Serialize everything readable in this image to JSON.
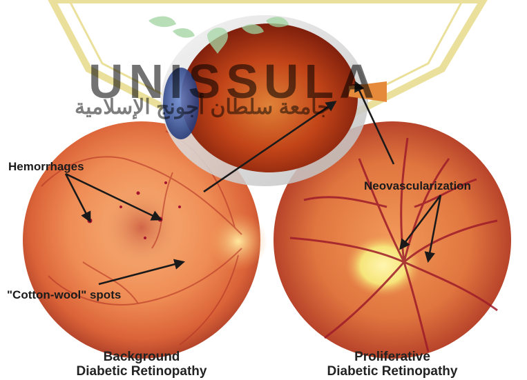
{
  "watermark": {
    "name": "UNISSULA",
    "arabic_name": "جامعة سلطان أجونج الإسلامية",
    "color": "#d9c74a"
  },
  "labels": {
    "hemorrhages": "Hemorrhages",
    "cotton_wool": "\"Cotton-wool\" spots",
    "neovascularization": "Neovascularization"
  },
  "captions": {
    "left_line1": "Background",
    "left_line2": "Diabetic Retinopathy",
    "right_line1": "Proliferative",
    "right_line2": "Diabetic Retinopathy"
  },
  "colors": {
    "retina_light": "#f4a161",
    "retina_dark": "#c5422a",
    "optic_disc": "#f6e57a",
    "vessels": "#9e1c2a",
    "arrow": "#1a1a1a"
  }
}
